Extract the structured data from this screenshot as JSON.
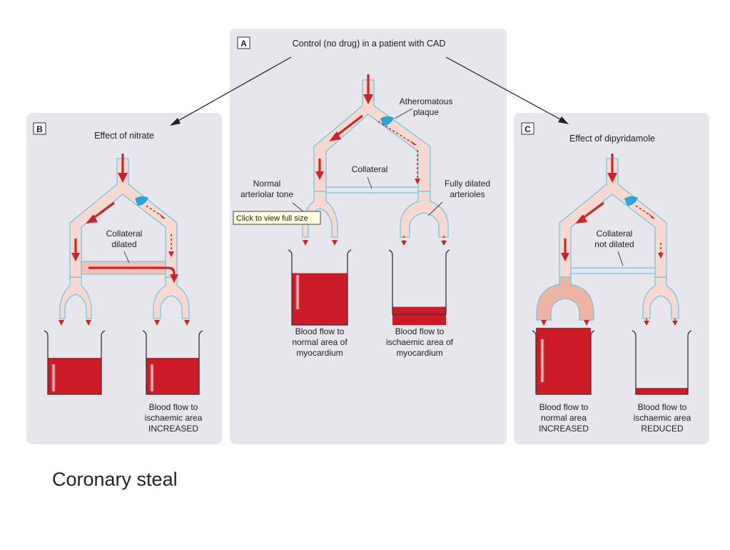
{
  "caption": "Coronary steal",
  "tooltip": "Click to view full size",
  "panels": {
    "a": {
      "tag": "A",
      "title": "Control (no drug) in a patient with CAD",
      "plaque_label": [
        "Atheromatous",
        "plaque"
      ],
      "collateral_label": [
        "Collateral"
      ],
      "left_vessel_label": [
        "Normal",
        "arteriolar tone"
      ],
      "right_vessel_label": [
        "Fully dilated",
        "arterioles"
      ],
      "left_beaker_label": [
        "Blood flow to",
        "normal area of",
        "myocardium"
      ],
      "right_beaker_label": [
        "Blood flow to",
        "ischaemic area of",
        "myocardium"
      ],
      "left_fill": 0.74,
      "right_fill": 0.26
    },
    "b": {
      "tag": "B",
      "title": "Effect of nitrate",
      "collateral_label": [
        "Collateral",
        "dilated"
      ],
      "right_beaker_label": [
        "Blood flow to",
        "ischaemic area",
        "INCREASED"
      ],
      "left_fill": 0.52,
      "right_fill": 0.52
    },
    "c": {
      "tag": "C",
      "title": "Effect of dipyridamole",
      "collateral_label": [
        "Collateral",
        "not dilated"
      ],
      "left_beaker_label": [
        "Blood flow to",
        "normal area",
        "INCREASED"
      ],
      "right_beaker_label": [
        "Blood flow to",
        "ischaemic area",
        "REDUCED"
      ],
      "left_fill": 0.95,
      "right_fill": 0.09
    }
  },
  "colors": {
    "panel": "#e6e6ec",
    "vessel_fill": "#f7d9d2",
    "vessel_stroke": "#6fc4e0",
    "blood": "#cc1a27",
    "plaque": "#2aa7d8"
  }
}
